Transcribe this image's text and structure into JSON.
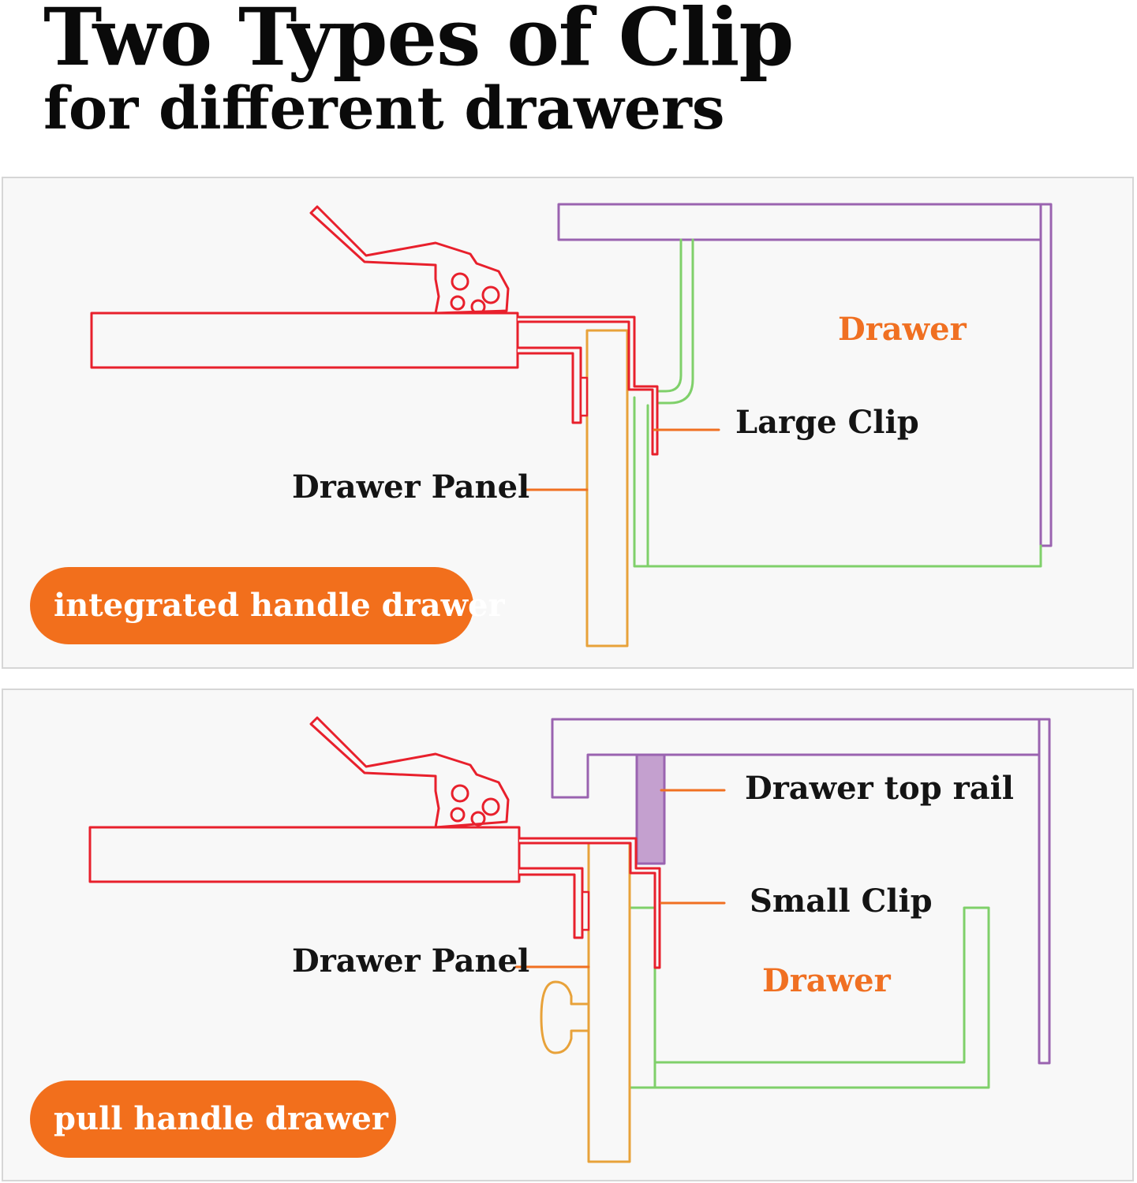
{
  "header": {
    "title": "Two Types of Clip",
    "subtitle": "for different drawers"
  },
  "panels": [
    {
      "badge": "integrated handle drawer",
      "labels": {
        "drawer": "Drawer",
        "clip": "Large Clip",
        "panel": "Drawer Panel"
      }
    },
    {
      "badge": "pull handle drawer",
      "labels": {
        "rail": "Drawer top rail",
        "clip": "Small Clip",
        "drawer": "Drawer",
        "panel": "Drawer Panel"
      }
    }
  ],
  "colors": {
    "clip": "#e8202c",
    "drawer_panel": "#e8a23a",
    "drawer": "#7fd06a",
    "cabinet": "#9a63b0",
    "top_rail_fill": "#c4a0cf",
    "leader": "#f07022",
    "badge": "#f26f1c"
  }
}
